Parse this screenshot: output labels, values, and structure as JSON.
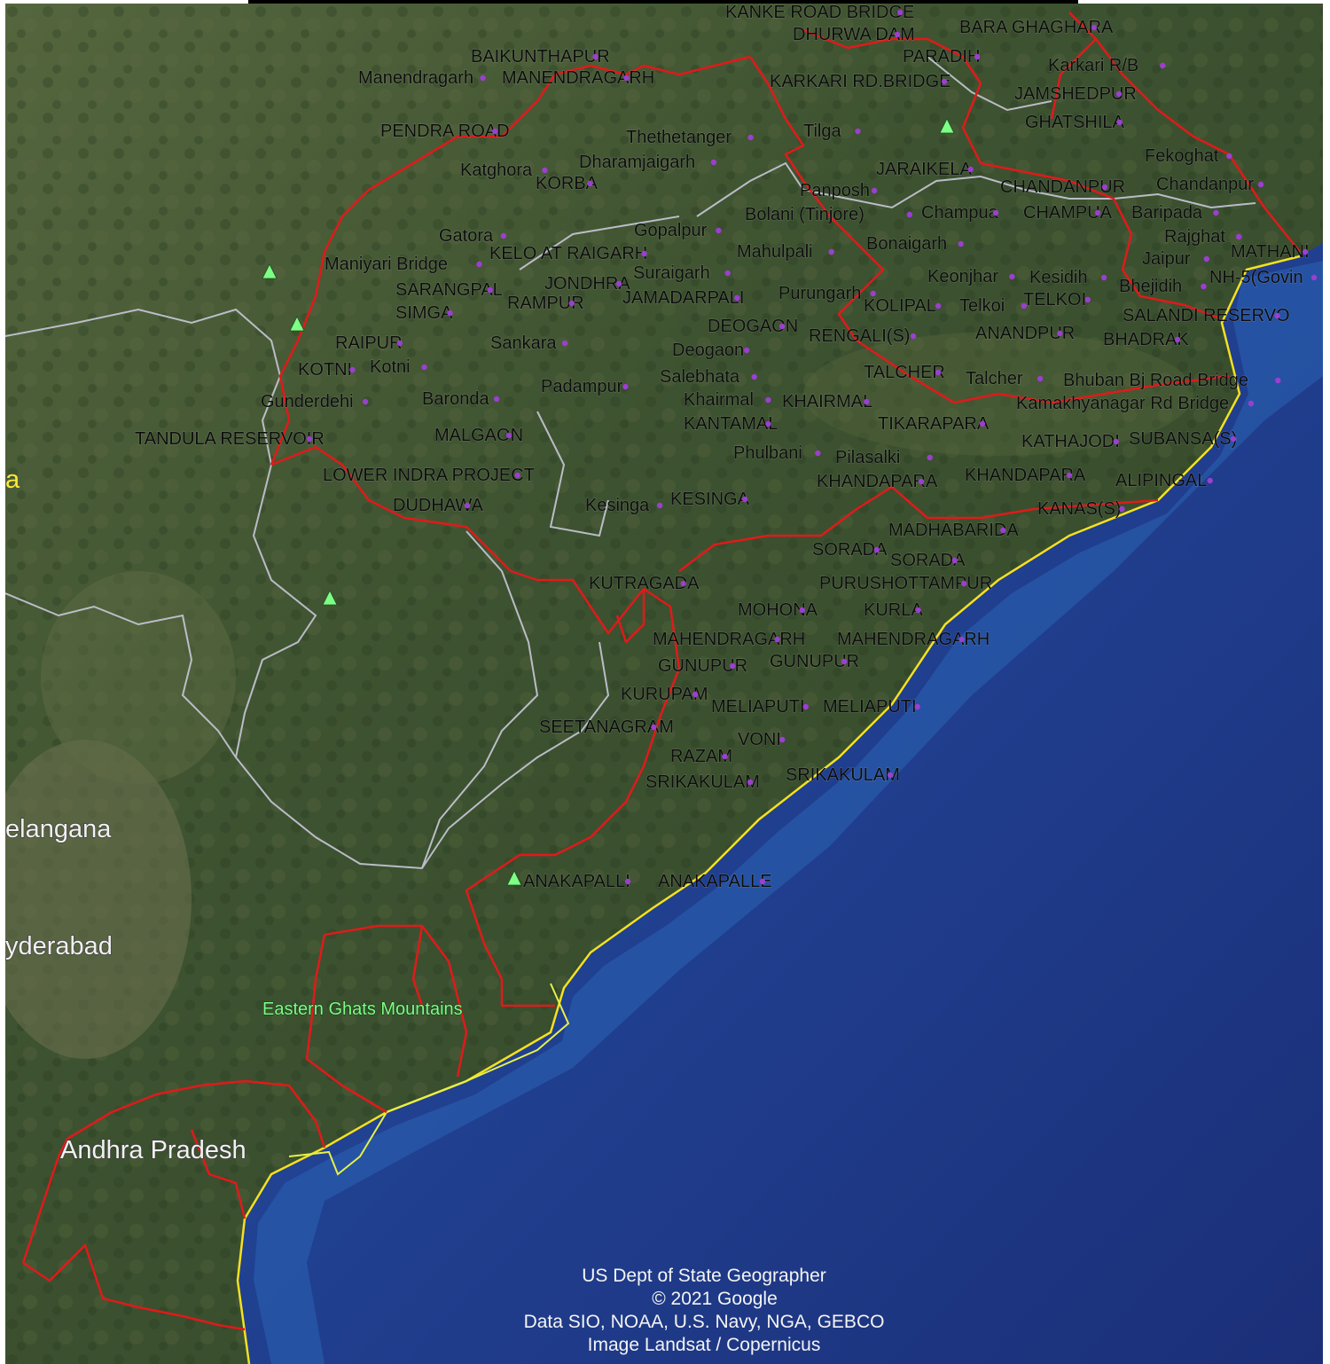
{
  "map": {
    "colors": {
      "water": "#22408f",
      "land": "#3f5230",
      "district_border": "#e01a1a",
      "state_border": "#c8c8d8",
      "coastline": "#f5e020",
      "station_marker": "#9b3fd0",
      "marker_icon": "#7dff86"
    },
    "place_labels": [
      "KANKE ROAD BRIDGE",
      "DHURWA DAM",
      "BARA GHAGHARA",
      "BAIKUNTHAPUR",
      "PARADIH",
      "Karkari R/B",
      "Manendragarh",
      "MANENDRAGARH",
      "KARKARI RD.BRIDGE",
      "JAMSHEDPUR",
      "PENDRA ROAD",
      "Thethetanger",
      "Tilga",
      "GHATSHILA",
      "Dharamjaigarh",
      "Katghora",
      "KORBA",
      "JARAIKELA",
      "Fekoghat",
      "Panposh",
      "CHANDANPUR",
      "Chandanpur",
      "Bolani (Tinjore)",
      "Champua",
      "CHAMPUA",
      "Baripada",
      "Gatora",
      "Gopalpur",
      "Rajghat",
      "KELO AT RAIGARH",
      "Mahulpali",
      "Bonaigarh",
      "Jaipur",
      "MATHANI",
      "Maniyari Bridge",
      "Suraigarh",
      "Keonjhar",
      "Kesidih",
      "NH-5(Govin",
      "SARANGPAL",
      "JONDHRA",
      "Bhejidih",
      "SIMGA",
      "RAMPUR",
      "JAMADARPALI",
      "Purungarh",
      "KOLIPAL",
      "Telkoi",
      "TELKOI",
      "SALANDI RESERVO",
      "RAIPUR",
      "Sankara",
      "DEOGAON",
      "RENGALI(S)",
      "ANANDPUR",
      "BHADRAK",
      "KOTNI",
      "Kotni",
      "Deogaon",
      "Salebhata",
      "TALCHER",
      "Talcher",
      "Bhuban Bj Road Bridge",
      "Gunderdehi",
      "Baronda",
      "Padampur",
      "Khairmal",
      "KHAIRMAL",
      "Kamakhyanagar Rd Bridge",
      "KANTAMAL",
      "TIKARAPARA",
      "TANDULA RESERVOIR",
      "MALGAON",
      "KATHAJODI",
      "SUBANSA(S)",
      "Phulbani",
      "Pilasalki",
      "LOWER INDRA PROJECT",
      "KHANDAPARA",
      "KHANDAPARA",
      "ALIPINGAL",
      "DUDHAWA",
      "Kesinga",
      "KESINGA",
      "KANAS(S)",
      "MADHABARIDA",
      "SORADA",
      "SORADA",
      "KUTRAGADA",
      "PURUSHOTTAMPUR",
      "MOHONA",
      "KURLA",
      "MAHENDRAGARH",
      "MAHENDRAGARH",
      "GUNUPUR",
      "GUNUPUR",
      "KURUPAM",
      "MELIAPUTI",
      "MELIAPUTI",
      "SEETANAGRAM",
      "VONI",
      "RAZAM",
      "SRIKAKULAM",
      "SRIKAKULAM",
      "ANAKAPALLI",
      "ANAKAPALLE"
    ],
    "region_labels": {
      "state_telangana": "elangana",
      "city_hyderabad": "yderabad",
      "state_andhra": "Andhra Pradesh",
      "edge_yellow": "a",
      "mountains": "Eastern Ghats Mountains"
    },
    "attribution": [
      "US Dept of State Geographer",
      "© 2021 Google",
      "Data SIO, NOAA, U.S. Navy, NGA, GEBCO",
      "Image Landsat / Copernicus"
    ]
  }
}
